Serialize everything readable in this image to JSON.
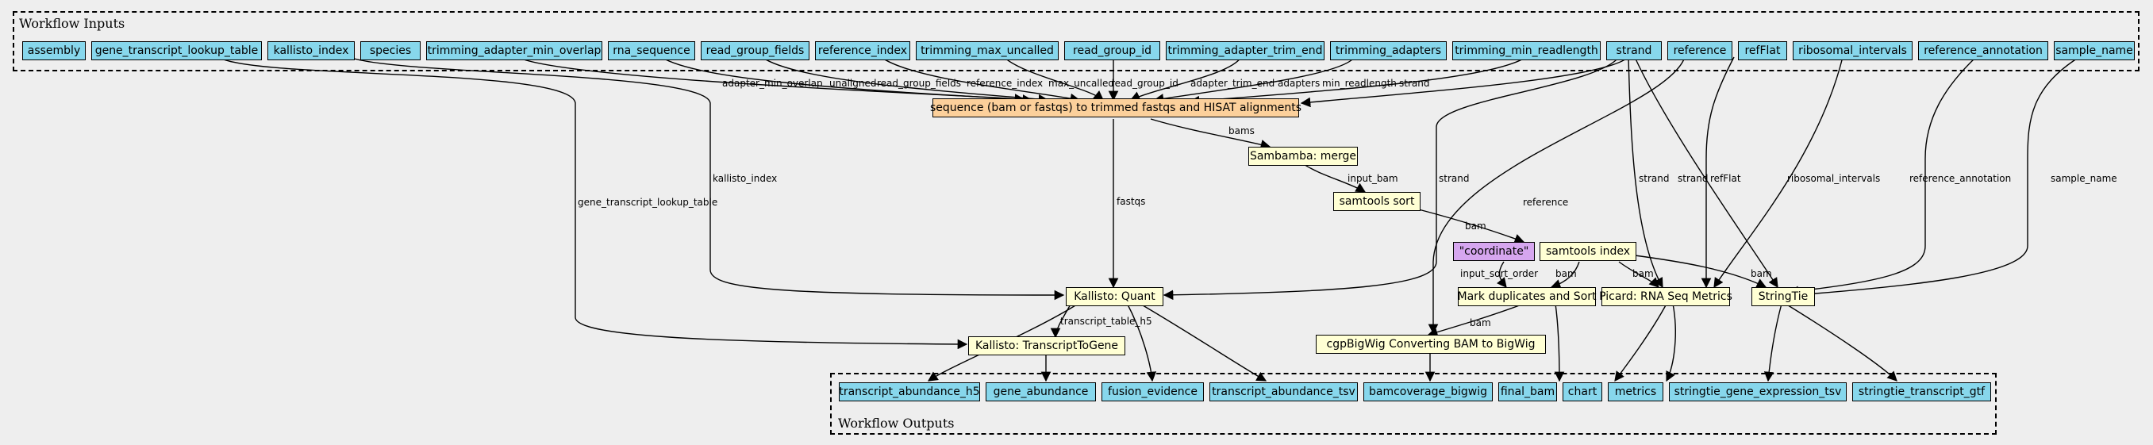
{
  "clusters": {
    "inputs_label": "Workflow Inputs",
    "outputs_label": "Workflow Outputs"
  },
  "inputs": [
    "assembly",
    "gene_transcript_lookup_table",
    "kallisto_index",
    "species",
    "trimming_adapter_min_overlap",
    "rna_sequence",
    "read_group_fields",
    "reference_index",
    "trimming_max_uncalled",
    "read_group_id",
    "trimming_adapter_trim_end",
    "trimming_adapters",
    "trimming_min_readlength",
    "strand",
    "reference",
    "refFlat",
    "ribosomal_intervals",
    "reference_annotation",
    "sample_name"
  ],
  "tasks": {
    "main": "sequence (bam or fastqs) to trimmed fastqs and HISAT alignments",
    "merge": "Sambamba: merge",
    "sort": "samtools sort",
    "index": "samtools index",
    "coordinate": "\"coordinate\"",
    "markdup": "Mark duplicates and Sort",
    "rnaseq": "Picard: RNA Seq Metrics",
    "stringtie": "StringTie",
    "kallisto_quant": "Kallisto: Quant",
    "kallisto_t2g": "Kallisto: TranscriptToGene",
    "bigwig": "cgpBigWig Converting BAM to BigWig"
  },
  "outputs": [
    "transcript_abundance_h5",
    "gene_abundance",
    "fusion_evidence",
    "transcript_abundance_tsv",
    "bamcoverage_bigwig",
    "final_bam",
    "chart",
    "metrics",
    "stringtie_gene_expression_tsv",
    "stringtie_transcript_gtf"
  ],
  "edge_labels": {
    "adapter_min_overlap": "adapter_min_overlap",
    "unaligned": "unaligned",
    "read_group_fields": "read_group_fields",
    "reference_index": "reference_index",
    "max_uncalled": "max_uncalled",
    "read_group_id": "read_group_id",
    "adapter_trim_end": "adapter_trim_end",
    "adapters": "adapters",
    "min_readlength": "min_readlength",
    "strand_main": "strand",
    "bams": "bams",
    "input_bam": "input_bam",
    "bam_sort": "bam",
    "fastqs": "fastqs",
    "kallisto_index": "kallisto_index",
    "gene_transcript_lookup_table": "gene_transcript_lookup_table",
    "strand_kallisto": "strand",
    "reference": "reference",
    "strand_rnaseq": "strand",
    "strand_stringtie": "strand",
    "refFlat": "refFlat",
    "ribosomal_intervals": "ribosomal_intervals",
    "reference_annotation": "reference_annotation",
    "sample_name": "sample_name",
    "input_sort_order": "input_sort_order",
    "bam_markdup": "bam",
    "bam_rnaseq": "bam",
    "bam_stringtie": "bam",
    "bam_bigwig": "bam",
    "transcript_table_h5": "transcript_table_h5"
  }
}
